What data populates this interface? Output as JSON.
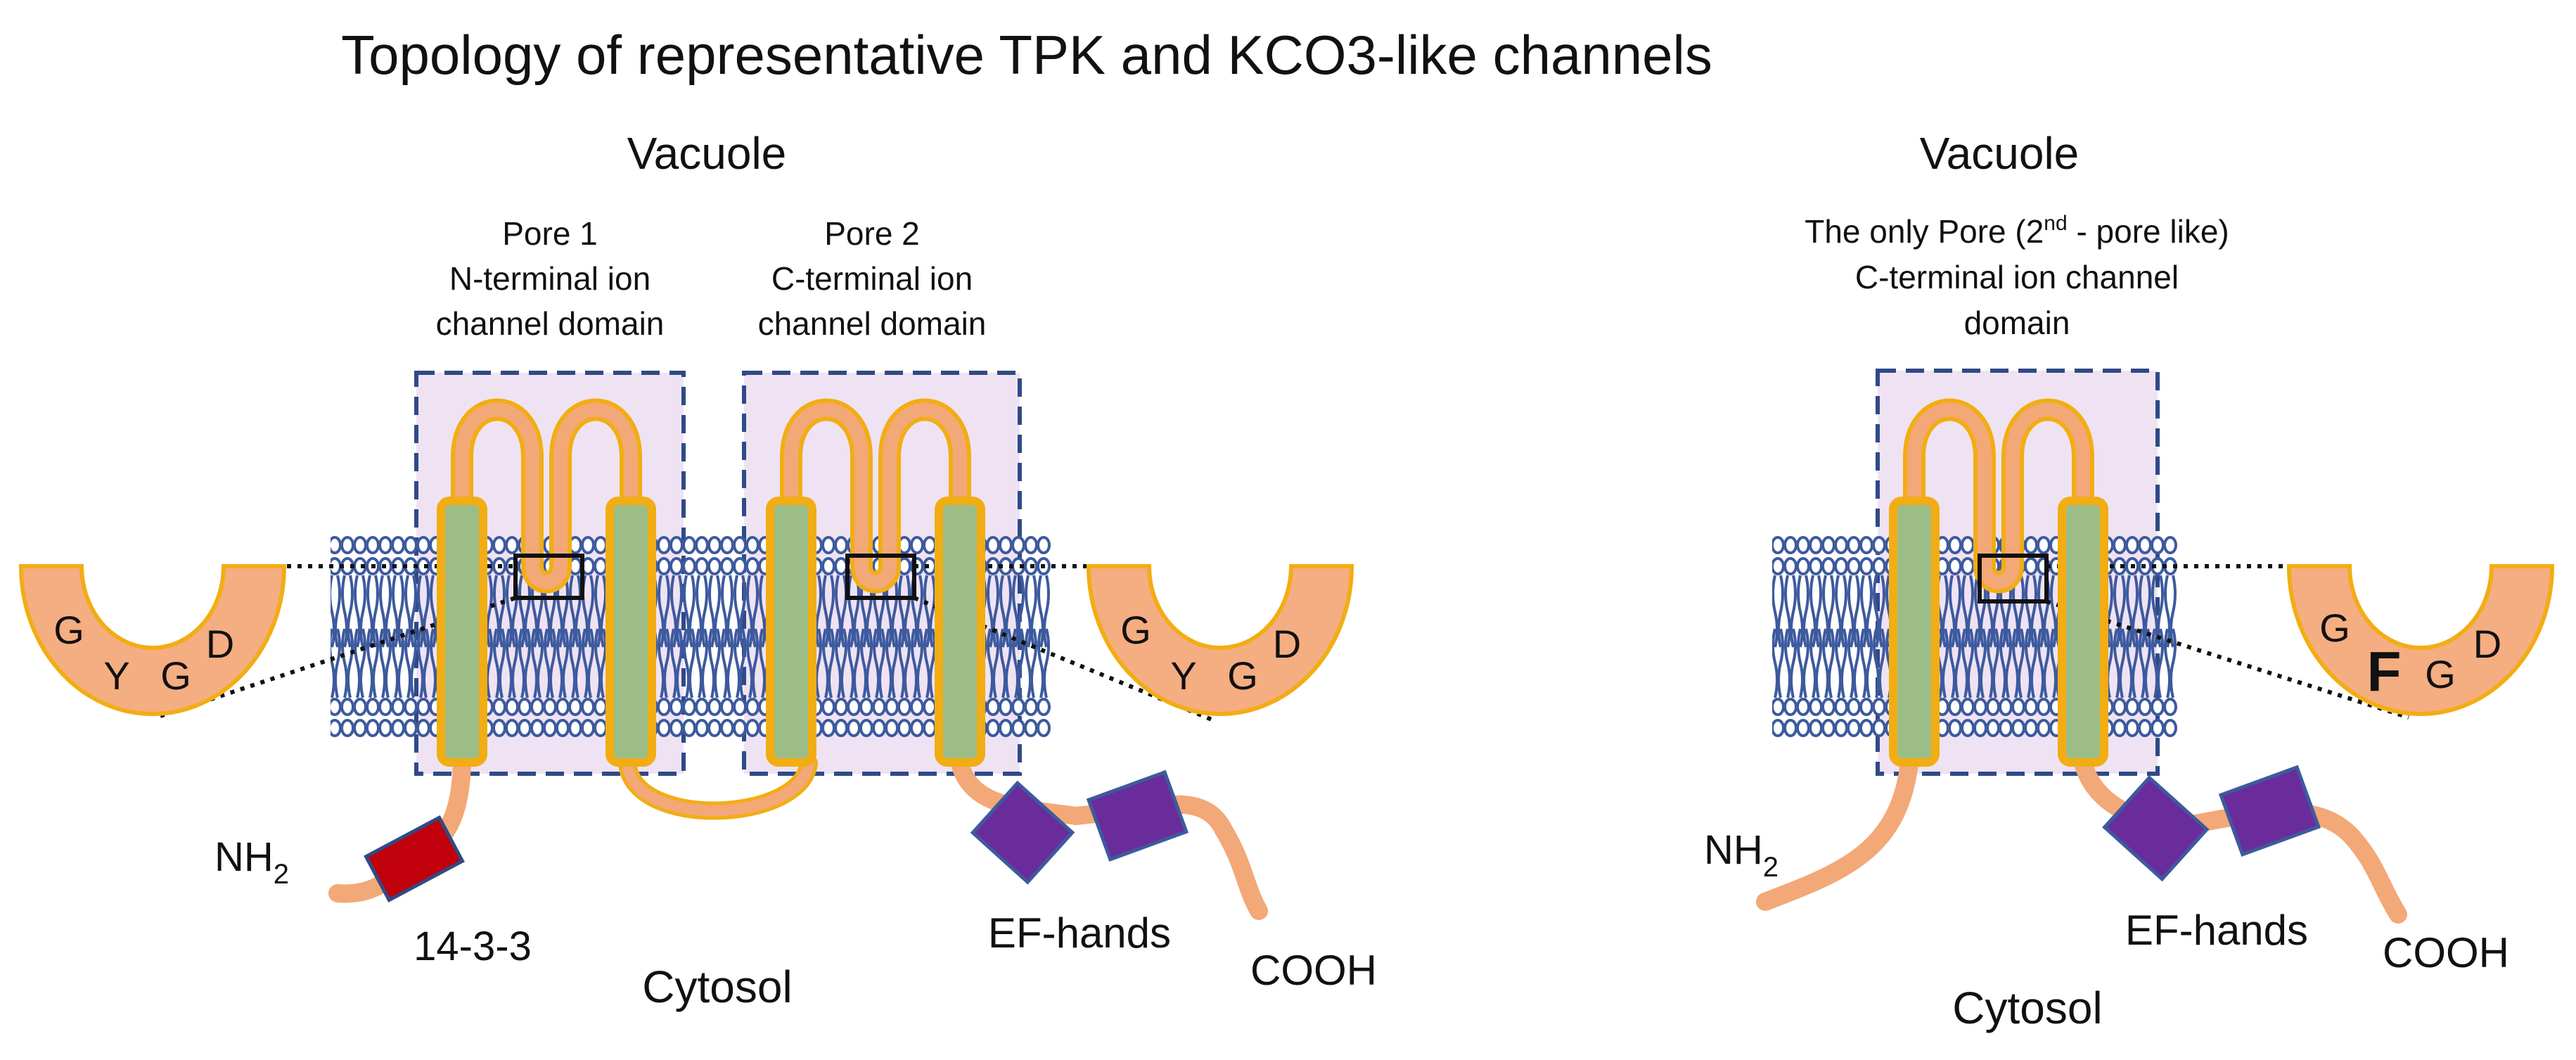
{
  "title": "Topology of representative TPK and KCO3-like channels",
  "colors": {
    "membrane": "#3d5a9e",
    "pore_box_fill": "#efe3f3",
    "pore_box_border": "#2f4a87",
    "helix_fill": "#9dbd86",
    "helix_border": "#f2ad14",
    "loop": "#f3a877",
    "selectivity_bg": "#f5ad82",
    "binding_1433": "#c0000b",
    "ef_hand": "#6a2c9a"
  },
  "left_panel": {
    "top_label": "Vacuole",
    "bottom_label": "Cytosol",
    "pore1_label": {
      "line1": "Pore 1",
      "line2": "N-terminal ion",
      "line3": "channel domain"
    },
    "pore2_label": {
      "line1": "Pore 2",
      "line2": "C-terminal ion",
      "line3": "channel domain"
    },
    "motif_left": {
      "l1": "G",
      "l2": "Y",
      "l3": "G",
      "l4": "D"
    },
    "motif_right": {
      "l1": "G",
      "l2": "Y",
      "l3": "G",
      "l4": "D"
    },
    "n_terminus": "NH",
    "n_terminus_sub": "2",
    "c_terminus": "COOH",
    "binding_site_label": "14-3-3",
    "ef_hands_label": "EF-hands"
  },
  "right_panel": {
    "top_label": "Vacuole",
    "bottom_label": "Cytosol",
    "pore_label": {
      "line1_a": "The only Pore (2",
      "line1_sup": "nd",
      "line1_b": " - pore like)",
      "line2": "C-terminal ion channel",
      "line3": "domain"
    },
    "motif": {
      "l1": "G",
      "l2": "F",
      "l3": "G",
      "l4": "D"
    },
    "n_terminus": "NH",
    "n_terminus_sub": "2",
    "c_terminus": "COOH",
    "ef_hands_label": "EF-hands"
  }
}
